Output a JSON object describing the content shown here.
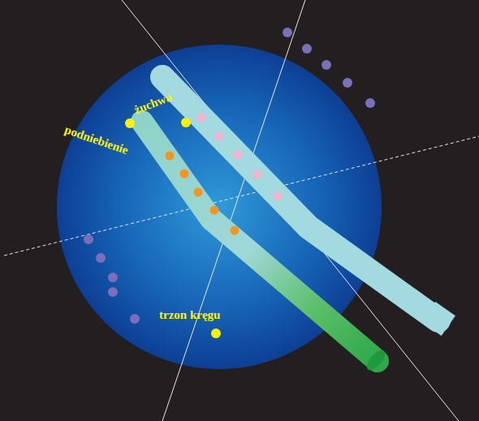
{
  "diagram": {
    "labels": [
      "żuchwa",
      "podniebienie",
      "trzon kręgu"
    ]
  }
}
